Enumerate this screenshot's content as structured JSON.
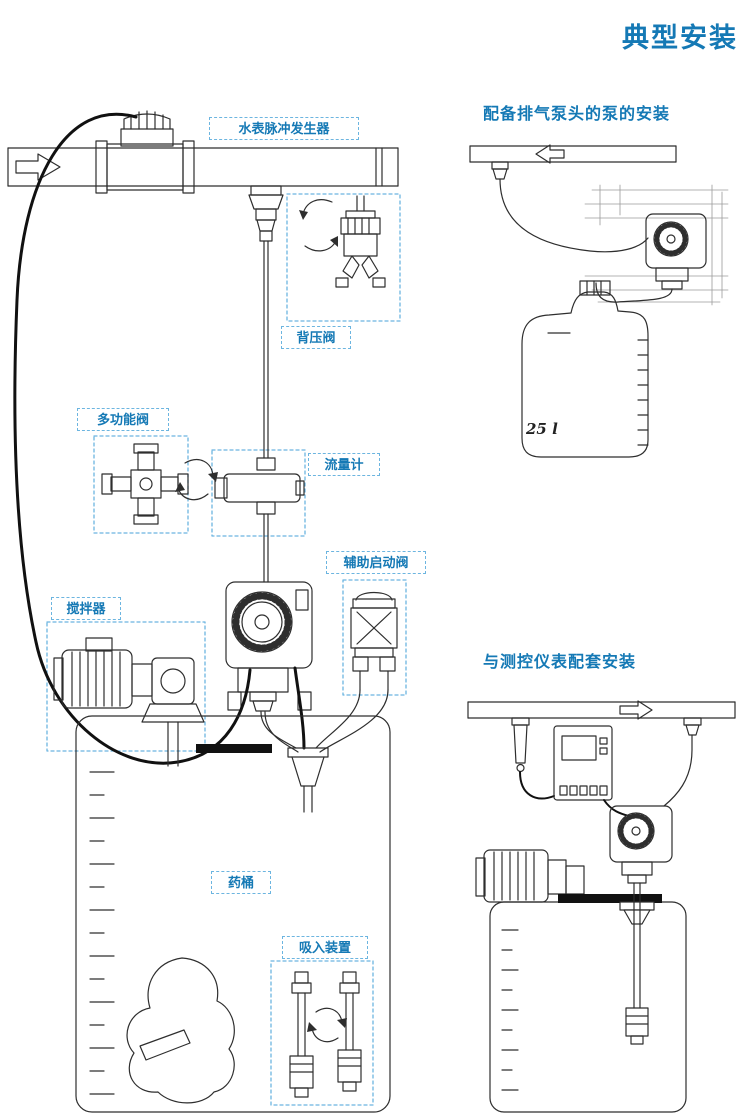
{
  "page": {
    "title": "典型安装"
  },
  "main_diagram": {
    "labels": {
      "water_meter": "水表脉冲发生器",
      "back_pressure_valve": "背压阀",
      "multifunction_valve": "多功能阀",
      "flow_meter": "流量计",
      "aux_start_valve": "辅助启动阀",
      "agitator": "搅拌器",
      "chemical_tank": "药桶",
      "suction_device": "吸入装置"
    }
  },
  "right_top": {
    "heading": "配备排气泵头的泵的安装",
    "canister_label": "25 l"
  },
  "right_bottom": {
    "heading": "与测控仪表配套安装"
  },
  "colors": {
    "accent": "#1579b5",
    "label_border": "#6cb5e0",
    "line": "#2e2e2e",
    "cable": "#111111"
  }
}
